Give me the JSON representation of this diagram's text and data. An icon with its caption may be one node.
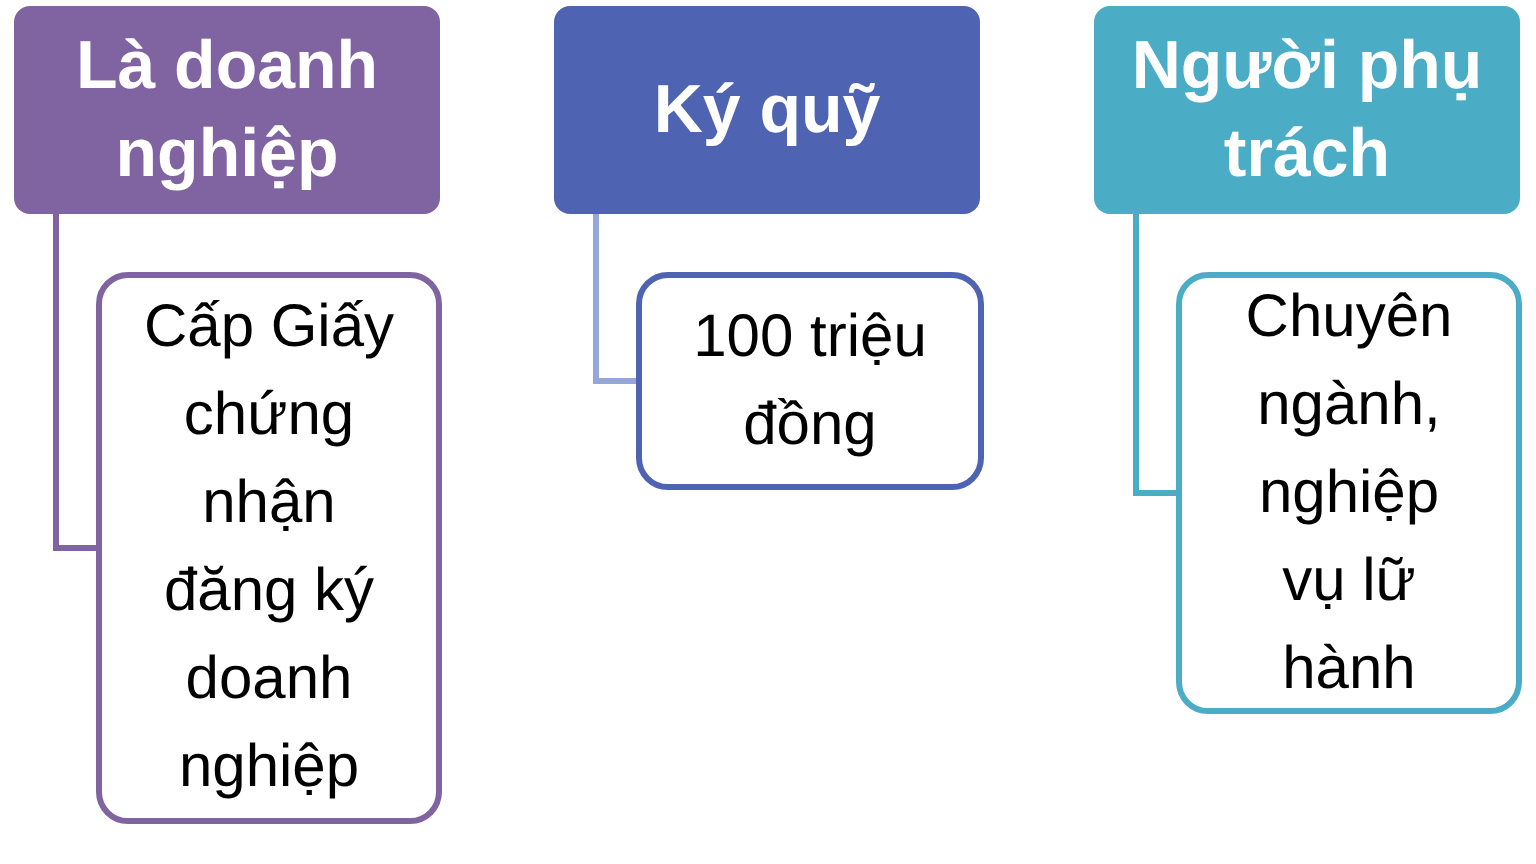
{
  "diagram": {
    "nodes": [
      {
        "text": [
          "Là doanh nghiệp"
        ]
      },
      {
        "text": [
          "Cấp Giấy chứng nhận đăng ký doanh nghiệp"
        ]
      },
      {
        "text": [
          "Ký quỹ"
        ]
      },
      {
        "text": [
          "100 triệu đồng"
        ]
      },
      {
        "text": [
          "Người phụ trách"
        ]
      },
      {
        "text": [
          "Chuyên ngành, nghiệp vụ lữ hành"
        ]
      }
    ],
    "edges": [
      {
        "from": 0,
        "to": 1,
        "arrow": "none",
        "color": "#8064a2"
      },
      {
        "from": 2,
        "to": 3,
        "arrow": "none",
        "color": "#95a6da"
      },
      {
        "from": 4,
        "to": 5,
        "arrow": "none",
        "color": "#4bacc6"
      }
    ]
  }
}
